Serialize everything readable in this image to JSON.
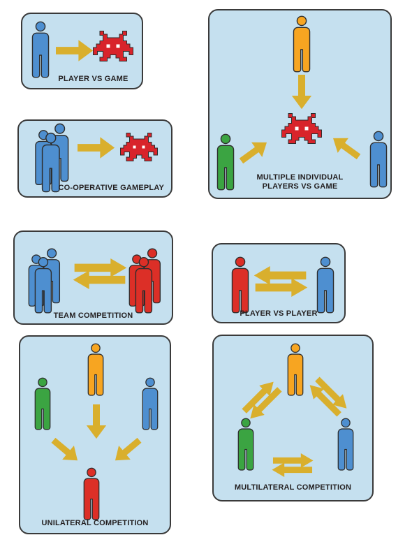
{
  "colors": {
    "page_bg": "#ffffff",
    "panel_bg": "#c5e0ef",
    "panel_border": "#3a3a3a",
    "blue": "#4e8fd0",
    "red": "#dc2f27",
    "green": "#3ba442",
    "orange": "#f7a521",
    "gold": "#d9af2d",
    "invader_red": "#d8242b",
    "eye_white": "#ffffff",
    "outline": "#2d2d2d",
    "label": "#231f20"
  },
  "panels": {
    "player_vs_game": {
      "label": "PLAYER VS GAME",
      "players": [
        "blue"
      ],
      "opponent": "space-invader"
    },
    "cooperative": {
      "label": "CO-OPERATIVE GAMEPLAY",
      "players": [
        "blue-team"
      ],
      "opponent": "space-invader"
    },
    "multiple_individual": {
      "label_line1": "MULTIPLE INDIVIDUAL",
      "label_line2": "PLAYERS VS GAME",
      "players": [
        "orange",
        "green",
        "blue"
      ],
      "opponent": "space-invader"
    },
    "team_competition": {
      "label": "TEAM COMPETITION",
      "players": [
        "blue-team",
        "red-team"
      ]
    },
    "player_vs_player": {
      "label": "PLAYER VS PLAYER",
      "players": [
        "red",
        "blue"
      ]
    },
    "unilateral": {
      "label": "UNILATERAL COMPETITION",
      "players": [
        "green",
        "orange",
        "blue"
      ],
      "target": "red"
    },
    "multilateral": {
      "label": "MULTILATERAL COMPETITION",
      "players": [
        "orange",
        "green",
        "blue"
      ]
    }
  }
}
